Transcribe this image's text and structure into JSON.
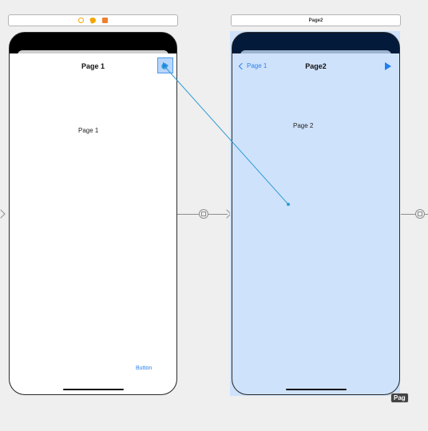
{
  "scene1": {
    "nav_title": "Page 1",
    "body_label": "Page 1",
    "button_label": "Button",
    "bar_icons": [
      "view-controller-icon",
      "first-responder-icon",
      "exit-icon"
    ]
  },
  "scene2": {
    "bar_title": "Page2",
    "back_label": "Page 1",
    "nav_title": "Page2",
    "body_label": "Page 2"
  },
  "offscreen_tag": "Pag",
  "colors": {
    "canvas": "#efefef",
    "accent": "#1e7ef4",
    "selection_fill": "#cfe2fb",
    "drag_line": "#2f9bd6"
  }
}
